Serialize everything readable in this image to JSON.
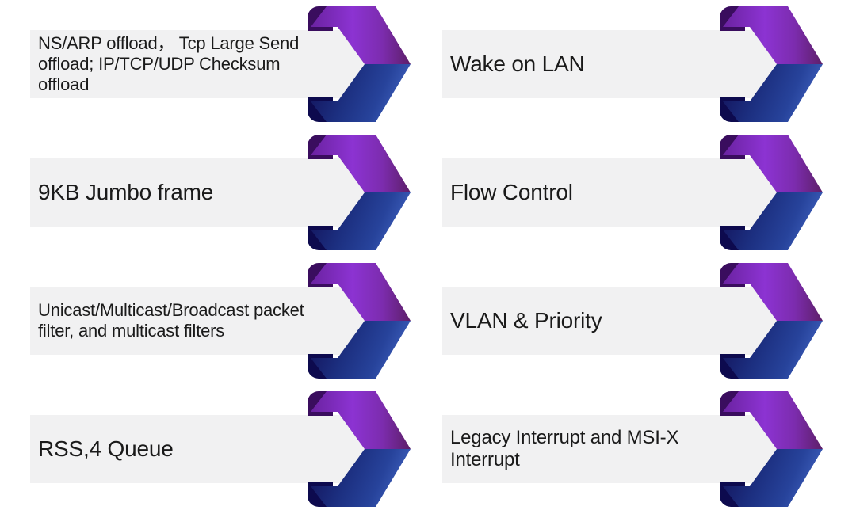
{
  "page": {
    "kind": "feature-list-slide",
    "background": "#ffffff",
    "columns": 2,
    "rows": 4
  },
  "colors": {
    "bar_bg": "#f1f1f2",
    "text": "#1a1a1a",
    "fold_purple_dark": "#3a0d5e",
    "fold_navy_dark": "#0d0a4e",
    "band_purple_left": "#6a22a0",
    "band_purple_mid": "#8c33d2",
    "band_purple_right": "#7c2cae",
    "band_purple_tip": "#5d1f68",
    "band_blue_left": "#110f56",
    "band_blue_mid": "#1c2f80",
    "band_blue_right": "#27439b",
    "band_blue_tip": "#3b5cb8"
  },
  "icons": {
    "arrow_icon_name": "chevron-ribbon-arrow-icon",
    "arrow_direction": "right"
  },
  "features": {
    "items": [
      {
        "id": "offloads",
        "column": 0,
        "row": 0,
        "size": "small",
        "text": "NS/ARP offload， Tcp Large Send offload; IP/TCP/UDP Checksum offload"
      },
      {
        "id": "wake-on-lan",
        "column": 1,
        "row": 0,
        "size": "large",
        "text": "Wake on LAN"
      },
      {
        "id": "jumbo-frame",
        "column": 0,
        "row": 1,
        "size": "large",
        "text": "9KB Jumbo frame"
      },
      {
        "id": "flow-control",
        "column": 1,
        "row": 1,
        "size": "large",
        "text": "Flow Control"
      },
      {
        "id": "packet-filters",
        "column": 0,
        "row": 2,
        "size": "small",
        "text": "Unicast/Multicast/Broadcast packet filter, and multicast filters"
      },
      {
        "id": "vlan-priority",
        "column": 1,
        "row": 2,
        "size": "large",
        "text": "VLAN & Priority"
      },
      {
        "id": "rss-queue",
        "column": 0,
        "row": 3,
        "size": "large",
        "text": "RSS,4 Queue"
      },
      {
        "id": "interrupts",
        "column": 1,
        "row": 3,
        "size": "medium",
        "text": "Legacy Interrupt and MSI-X Interrupt"
      }
    ]
  }
}
